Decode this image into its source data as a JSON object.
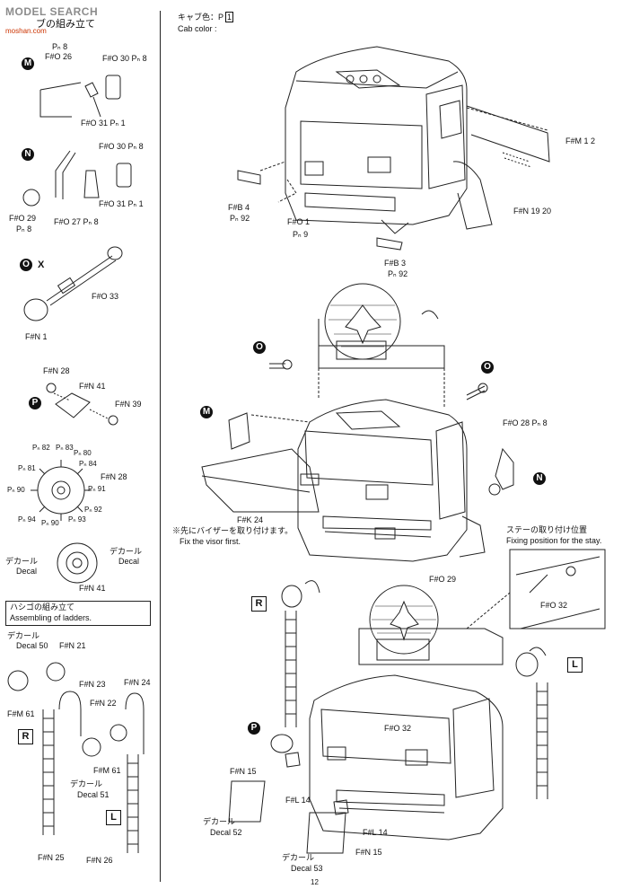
{
  "watermark": {
    "logo_text": "MODEL SEARCH",
    "site_text": "moshan.com"
  },
  "header": {
    "section_title_jp": "ブの組み立て",
    "cab_color_jp": "キャブ色：P",
    "cab_color_num": "1",
    "cab_color_en": "Cab color :"
  },
  "steps": {
    "M": "M",
    "N": "N",
    "O": "O",
    "X": "X",
    "P": "P",
    "R": "R",
    "L": "L"
  },
  "left_labels": {
    "m_ph8": "Pₙ 8",
    "m_fo26": "F#O 26",
    "m_fo30": "F#O 30 Pₙ 8",
    "m_fo31": "F#O 31 Pₙ 1",
    "n_fo30": "F#O 30 Pₙ 8",
    "n_fo31": "F#O 31 Pₙ 1",
    "n_fo29": "F#O 29",
    "n_ph8": "Pₙ 8",
    "n_fo27": "F#O 27 Pₙ 8",
    "o_fo33": "F#O 33",
    "o_fn1": "F#N 1",
    "p_fn28": "F#N 28",
    "p_fn41": "F#N 41",
    "p_fn39": "F#N 39",
    "w_p82": "Pₙ 82",
    "w_p83": "Pₙ 83",
    "w_p80": "Pₙ 80",
    "w_p81": "Pₙ 81",
    "w_p84": "Pₙ 84",
    "w_fn28": "F#N 28",
    "w_p91": "Pₙ 91",
    "w_p90": "Pₙ 90",
    "w_p92": "Pₙ 92",
    "w_p94": "Pₙ 94",
    "w_p90b": "Pₙ 90",
    "w_p93": "Pₙ 93",
    "decal_jp_a": "デカール",
    "decal_en_a": "Decal",
    "decal_jp_b": "デカール",
    "decal_en_b": "Decal",
    "w_fn41": "F#N 41"
  },
  "ladder_box": {
    "jp": "ハシゴの組み立て",
    "en": "Assembling of ladders."
  },
  "ladder_labels": {
    "decal_jp": "デカール",
    "decal_en": "Decal 50",
    "fn21": "F#N 21",
    "fn23": "F#N 23",
    "fn24": "F#N 24",
    "fn22": "F#N 22",
    "fm61a": "F#M 61",
    "fm61b": "F#M 61",
    "decal2_jp": "デカール",
    "decal2_en": "Decal 51",
    "fn25": "F#N 25",
    "fn26": "F#N 26"
  },
  "right_labels": {
    "fm12": "F#M 1 2",
    "fn1920": "F#N 19 20",
    "fb4": "F#B 4",
    "ph92": "Pₙ 92",
    "fo1": "F#O 1",
    "ph9": "Pₙ 9",
    "fb3": "F#B 3",
    "ph92b": "Pₙ 92",
    "fo28": "F#O 28 Pₙ 8",
    "fk24": "F#K 24",
    "visor_jp": "※先にバイザーを取り付けます。",
    "visor_en": "Fix the visor first.",
    "stay_jp": "ステーの取り付け位置",
    "stay_en": "Fixing position for the stay.",
    "fo29": "F#O 29",
    "fo32a": "F#O 32",
    "fo32b": "F#O 32",
    "fn15a": "F#N 15",
    "fl14a": "F#L 14",
    "fl14b": "F#L 14",
    "fn15b": "F#N 15",
    "decal52_jp": "デカール",
    "decal52_en": "Decal 52",
    "decal53_jp": "デカール",
    "decal53_en": "Decal 53"
  },
  "page_number": "12"
}
